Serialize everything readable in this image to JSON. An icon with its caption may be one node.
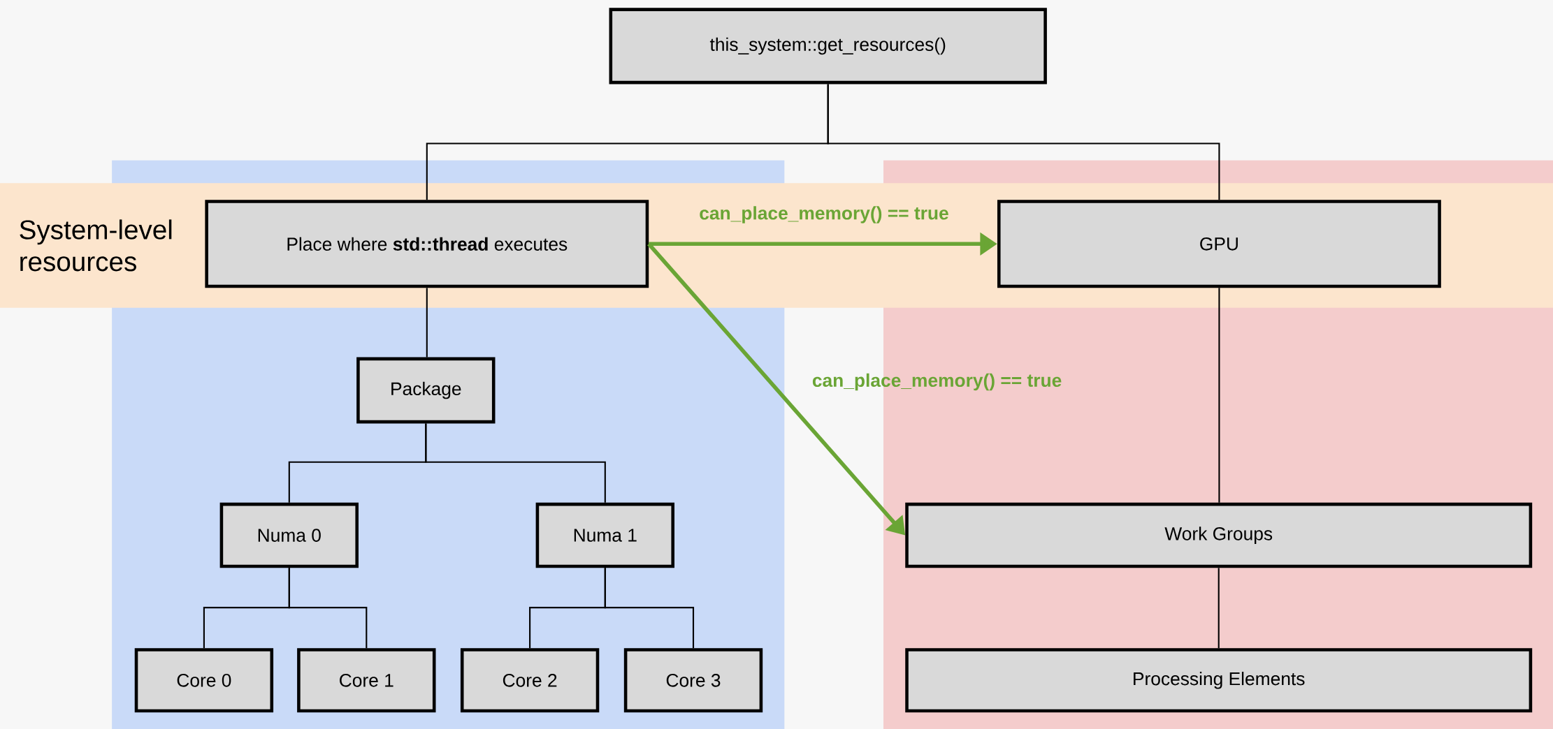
{
  "diagram": {
    "nodes": [
      {
        "text": [
          "this_system::get_resources()"
        ]
      },
      {
        "text": [
          "Place where **std::thread** executes"
        ]
      },
      {
        "text": [
          "GPU"
        ]
      },
      {
        "text": [
          "Package"
        ]
      },
      {
        "text": [
          "Numa 0"
        ]
      },
      {
        "text": [
          "Numa 1"
        ]
      },
      {
        "text": [
          "Core 0"
        ]
      },
      {
        "text": [
          "Core 1"
        ]
      },
      {
        "text": [
          "Core 2"
        ]
      },
      {
        "text": [
          "Core 3"
        ]
      },
      {
        "text": [
          "Work Groups"
        ]
      },
      {
        "text": [
          "Processing Elements"
        ]
      }
    ],
    "edges": [
      {
        "from": 0,
        "to": 1,
        "arrow": "none"
      },
      {
        "from": 0,
        "to": 2,
        "arrow": "none"
      },
      {
        "from": 1,
        "to": 3,
        "arrow": "none"
      },
      {
        "from": 3,
        "to": 4,
        "arrow": "none"
      },
      {
        "from": 3,
        "to": 5,
        "arrow": "none"
      },
      {
        "from": 4,
        "to": 6,
        "arrow": "none"
      },
      {
        "from": 4,
        "to": 7,
        "arrow": "none"
      },
      {
        "from": 5,
        "to": 8,
        "arrow": "none"
      },
      {
        "from": 5,
        "to": 9,
        "arrow": "none"
      },
      {
        "from": 2,
        "to": 10,
        "arrow": "none"
      },
      {
        "from": 10,
        "to": 11,
        "arrow": "none"
      },
      {
        "from": 1,
        "to": 2,
        "arrow": "to",
        "label": "can_place_memory() == true",
        "style": "thick",
        "color": "#6aa535"
      },
      {
        "from": 1,
        "to": 10,
        "arrow": "to",
        "label": "can_place_memory() == true",
        "style": "thick",
        "color": "#6aa535"
      }
    ],
    "labels": [
      "System-level resources"
    ]
  }
}
